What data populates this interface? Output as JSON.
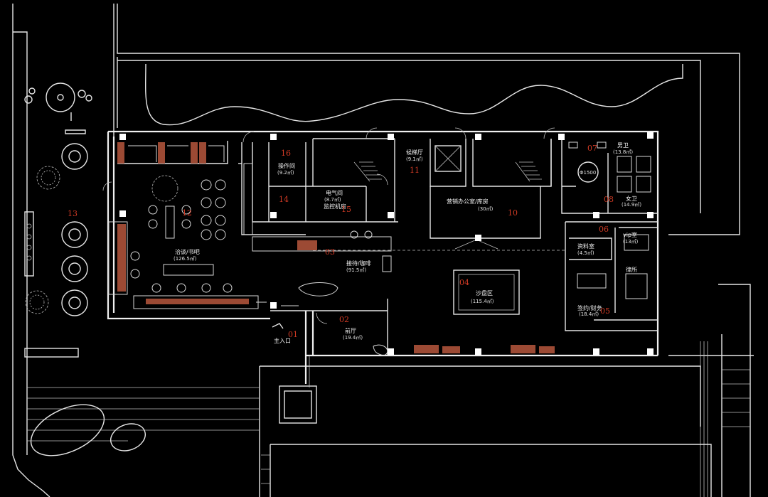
{
  "colors": {
    "background": "#000000",
    "line": "#e6e6e6",
    "accent_number": "#d03a24",
    "cabinet": "#9c4a34"
  },
  "rooms": [
    {
      "id": "r01",
      "number": "01",
      "name": "主入口",
      "area": ""
    },
    {
      "id": "r02",
      "number": "02",
      "name": "前厅",
      "area": "(19.4㎡)"
    },
    {
      "id": "r03",
      "number": "03",
      "name": "接待/咖啡",
      "area": "(91.5㎡)"
    },
    {
      "id": "r04",
      "number": "04",
      "name": "沙盘区",
      "area": "(115.4㎡)"
    },
    {
      "id": "r05",
      "number": "05",
      "name": "签约/财务",
      "area": "(18.4㎡)"
    },
    {
      "id": "r06",
      "number": "06",
      "name": "资料室",
      "area": "(4.5㎡)"
    },
    {
      "id": "r06b",
      "number": "",
      "name": "vip室",
      "area": "(13㎡)"
    },
    {
      "id": "r06c",
      "number": "",
      "name": "律所",
      "area": ""
    },
    {
      "id": "r07",
      "number": "07",
      "name": "男卫",
      "area": "(13.8㎡)"
    },
    {
      "id": "r08",
      "number": "08",
      "name": "女卫",
      "area": "(14.9㎡)"
    },
    {
      "id": "r10",
      "number": "10",
      "name": "营销办公室/库房",
      "area": "(30㎡)"
    },
    {
      "id": "r11",
      "number": "11",
      "name": "候梯厅",
      "area": "(9.1㎡)"
    },
    {
      "id": "r12",
      "number": "12",
      "name": "洽谈/书吧",
      "area": "(126.5㎡)"
    },
    {
      "id": "r13",
      "number": "13",
      "name": "",
      "area": ""
    },
    {
      "id": "r14",
      "number": "14",
      "name": "",
      "area": ""
    },
    {
      "id": "r15",
      "number": "15",
      "name": "电气间",
      "area": "(8.7㎡)",
      "name2": "监控机房"
    },
    {
      "id": "r16",
      "number": "16",
      "name": "操作间",
      "area": "(9.2㎡)"
    }
  ],
  "annotations": {
    "ramp_label": "Φ1500"
  }
}
